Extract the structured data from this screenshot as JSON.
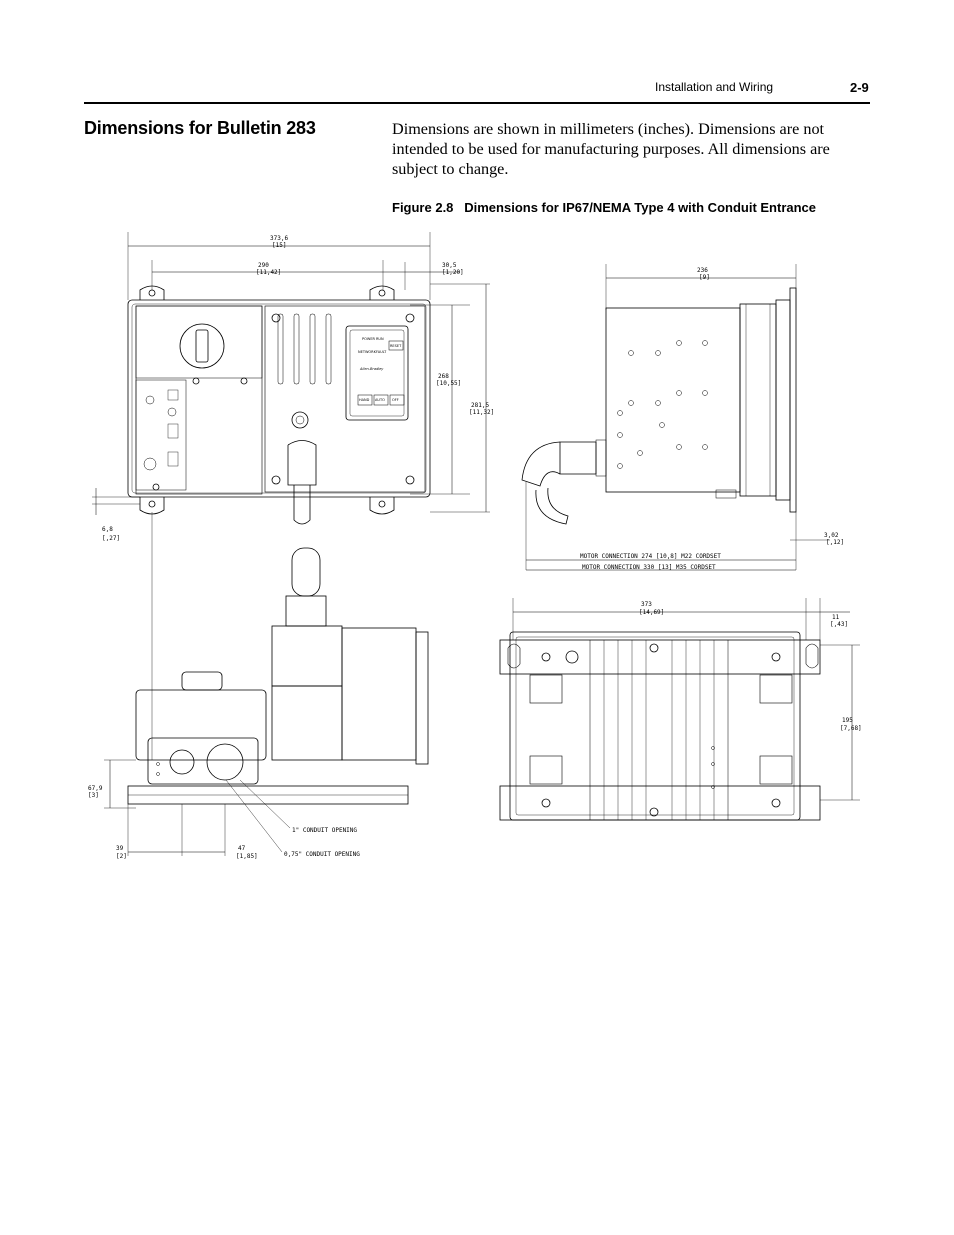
{
  "header": {
    "section": "Installation and Wiring",
    "page": "2-9"
  },
  "section_title": "Dimensions for Bulletin 283",
  "body_text": "Dimensions are shown in millimeters (inches). Dimensions are not intended to be used for manufacturing purposes. All dimensions are subject to change.",
  "figure": {
    "caption": "Figure 2.8   Dimensions for IP67/NEMA Type 4 with Conduit Entrance",
    "front_view": {
      "overall_width": "373,6",
      "overall_width_in": "[15]",
      "mount_spacing": "290",
      "mount_spacing_in": "[11,42]",
      "right_offset": "30,5",
      "right_offset_in": "[1,20]",
      "mount_height": "268",
      "mount_height_in": "[10,55]",
      "overall_height": "281,5",
      "overall_height_in": "[11,32]",
      "bottom_offset": "6,8",
      "bottom_offset_in": "[,27]"
    },
    "side_view": {
      "depth": "236",
      "depth_in": "[9]",
      "flange": "3,02",
      "flange_in": "[,12]",
      "cordset_m22": "MOTOR CONNECTION 274 [10,8] M22 CORDSET",
      "cordset_m35": "MOTOR CONNECTION 330 [13] M35 CORDSET"
    },
    "bottom_view": {
      "height": "67,9",
      "height_in": "[3]",
      "opening_1": "1\" CONDUIT OPENING",
      "opening_2": "0,75\" CONDUIT OPENING",
      "offset_a": "39",
      "offset_a_in": "[2]",
      "offset_b": "47",
      "offset_b_in": "[1,85]"
    },
    "rear_view": {
      "width": "373",
      "width_in": "[14,69]",
      "right_offset": "11",
      "right_offset_in": "[,43]",
      "slot_spacing": "195",
      "slot_spacing_in": "[7,68]"
    },
    "panel_labels": {
      "brand": "Allen-Bradley",
      "hand": "HAND",
      "auto": "AUTO",
      "off": "OFF",
      "reset": "RESET",
      "power": "POWER",
      "run": "RUN",
      "network": "NETWORK",
      "fault": "FAULT"
    }
  }
}
